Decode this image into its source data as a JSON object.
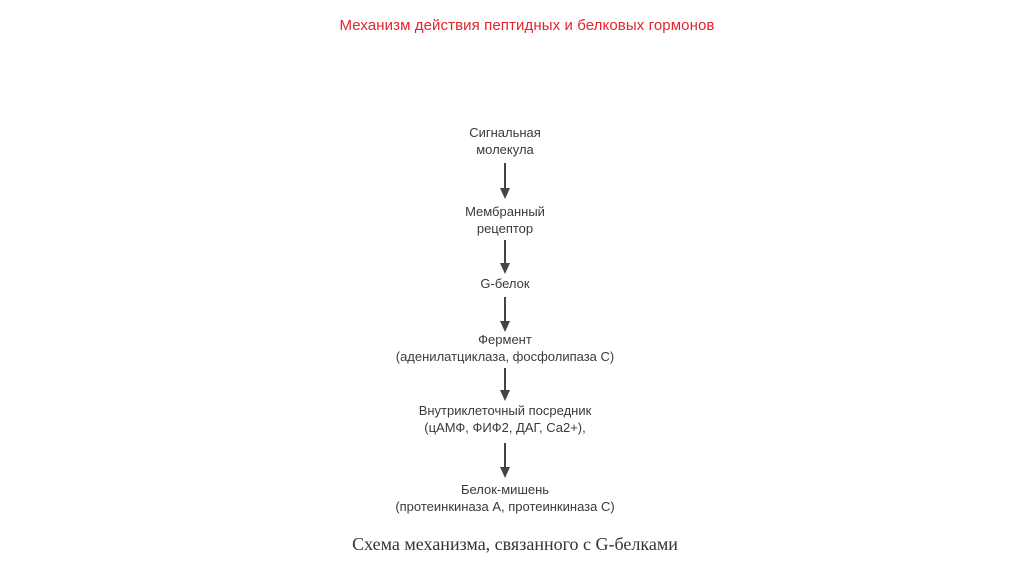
{
  "slide": {
    "title": "Механизм действия пептидных и белковых гормонов",
    "title_color": "#e3242b"
  },
  "diagram": {
    "nodes": [
      {
        "line1": "Сигнальная",
        "line2": "молекула"
      },
      {
        "line1": "Мембранный",
        "line2": "рецептор"
      },
      {
        "line1": "G-белок",
        "line2": ""
      },
      {
        "line1": "Фермент",
        "line2": "(аденилатциклаза, фосфолипаза С)"
      },
      {
        "line1": "Внутриклеточный посредник",
        "line2": "(цАМФ, ФИФ2, ДАГ, Са2+),"
      },
      {
        "line1": "Белок-мишень",
        "line2": "(протеинкиназа А, протеинкиназа С)"
      }
    ],
    "edges": [
      {
        "from": 0,
        "to": 1
      },
      {
        "from": 1,
        "to": 2
      },
      {
        "from": 2,
        "to": 3
      },
      {
        "from": 3,
        "to": 4
      },
      {
        "from": 4,
        "to": 5
      }
    ],
    "caption": "Схема механизма, связанного с G-белками"
  }
}
